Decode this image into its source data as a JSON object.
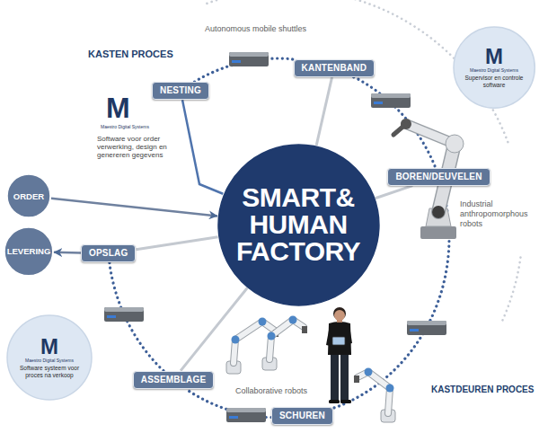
{
  "diagram": {
    "nodes": [
      {
        "text": [
          "NESTING"
        ]
      },
      {
        "text": [
          "KANTENBAND"
        ]
      },
      {
        "text": [
          "M",
          "Maestro Digital Systems",
          "Supervisor en controle software"
        ]
      },
      {
        "text": [
          "BOREN/DEUVELEN"
        ]
      },
      {
        "text": [
          "ORDER"
        ]
      },
      {
        "text": [
          "SMART& HUMAN FACTORY"
        ]
      },
      {
        "text": [
          "LEVERING"
        ]
      },
      {
        "text": [
          "OPSLAG"
        ]
      },
      {
        "text": [
          "M",
          "Maestro Digital Systems",
          "Software systeem voor proces na verkoop"
        ]
      },
      {
        "text": [
          "ASSEMBLAGE"
        ]
      },
      {
        "text": [
          "SCHUREN"
        ]
      }
    ],
    "edges": [
      {
        "from": 0,
        "to": 1,
        "arrow": "none"
      },
      {
        "from": 1,
        "to": 3,
        "arrow": "none"
      },
      {
        "from": 3,
        "to": 10,
        "arrow": "none"
      },
      {
        "from": 10,
        "to": 9,
        "arrow": "none"
      },
      {
        "from": 9,
        "to": 7,
        "arrow": "none"
      },
      {
        "from": 4,
        "to": 5,
        "arrow": "to"
      },
      {
        "from": 0,
        "to": 5,
        "arrow": "none"
      },
      {
        "from": 1,
        "to": 5,
        "arrow": "none"
      },
      {
        "from": 3,
        "to": 5,
        "arrow": "none"
      },
      {
        "from": 5,
        "to": 7,
        "arrow": "none"
      },
      {
        "from": 5,
        "to": 9,
        "arrow": "none"
      },
      {
        "from": 7,
        "to": 6,
        "arrow": "to"
      }
    ],
    "labels": [
      "KASTEN PROCES",
      "Autonomous mobile shuttles",
      "M",
      "Maestro Digital Systems",
      "Software voor order verwerking, design en genereren gegevens",
      "Industrial anthropomorphous robots",
      "Collaborative robots",
      "KASTDEUREN PROCES"
    ]
  }
}
